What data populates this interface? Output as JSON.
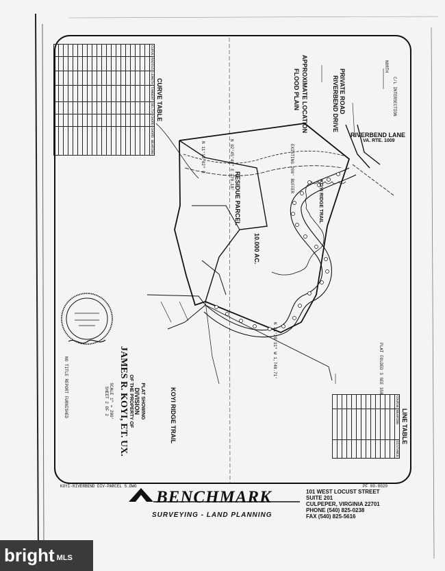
{
  "plat": {
    "curve_table_title": "CURVE TABLE",
    "curve_table_headers": [
      "CURVE",
      "RADIUS",
      "LENGTH",
      "TANGENT",
      "DELTA",
      "CHORD",
      "CHORD BEARING"
    ],
    "line_table_title": "LINE TABLE",
    "line_table_headers": [
      "COURSE",
      "BEARING",
      "DISTANCE"
    ],
    "road_label": "RIVERBEND LANE",
    "road_route": "VA. RTE. 1009",
    "private_road_1": "PRIVATE ROAD",
    "private_road_2": "RIVERBEND DRIVE",
    "flood_plain_1": "APPROXIMATE LOCATION",
    "flood_plain_2": "FLOOD PLAIN",
    "buffer_label": "EXISTING 200' BUFFER",
    "residue_label": "RESIDUE PARCEL",
    "acreage": "10.000 AC.",
    "koyi_ridge": "KOYI RIDGE TRAIL",
    "koyi_ridge_2": "KOYI RIDGE TRAIL",
    "bearing_1": "N 02°45'48\" E 270.18'",
    "bearing_2": "N 11°13'02\" E",
    "bearing_3": "N 21°28'31\" W 1,748.71'",
    "north_label": "NORTH",
    "intersection_label": "C/L INTERSECTION",
    "flat_note": "PLAT FOLDED 3 SEE 358",
    "no_title": "NO TITLE REPORT FURNISHED",
    "title_block": {
      "line1": "PLAT SHOWING",
      "line2": "DIVISION",
      "line3": "OF THE PROPERTY OF",
      "owner": "JAMES R. KOYI, ET. UX.",
      "scale": "SCALE 1\" = 200'",
      "sheet": "SHEET 2 OF 2"
    },
    "drawing_file": "KOYI-RIVERBEND DIV-PARCEL 5.DWG"
  },
  "company": {
    "name": "BENCHMARK",
    "tagline": "SURVEYING - LAND PLANNING",
    "addr1": "101 WEST LOCUST STREET",
    "addr2": "SUITE 201",
    "addr3": "CULPEPER, VIRGINIA 22701",
    "phone": "PHONE (540) 825-0238",
    "fax": "FAX (540) 825-5616",
    "job_no": "PF 00-0020"
  },
  "watermark": {
    "main": "bright",
    "sub": "MLS"
  }
}
